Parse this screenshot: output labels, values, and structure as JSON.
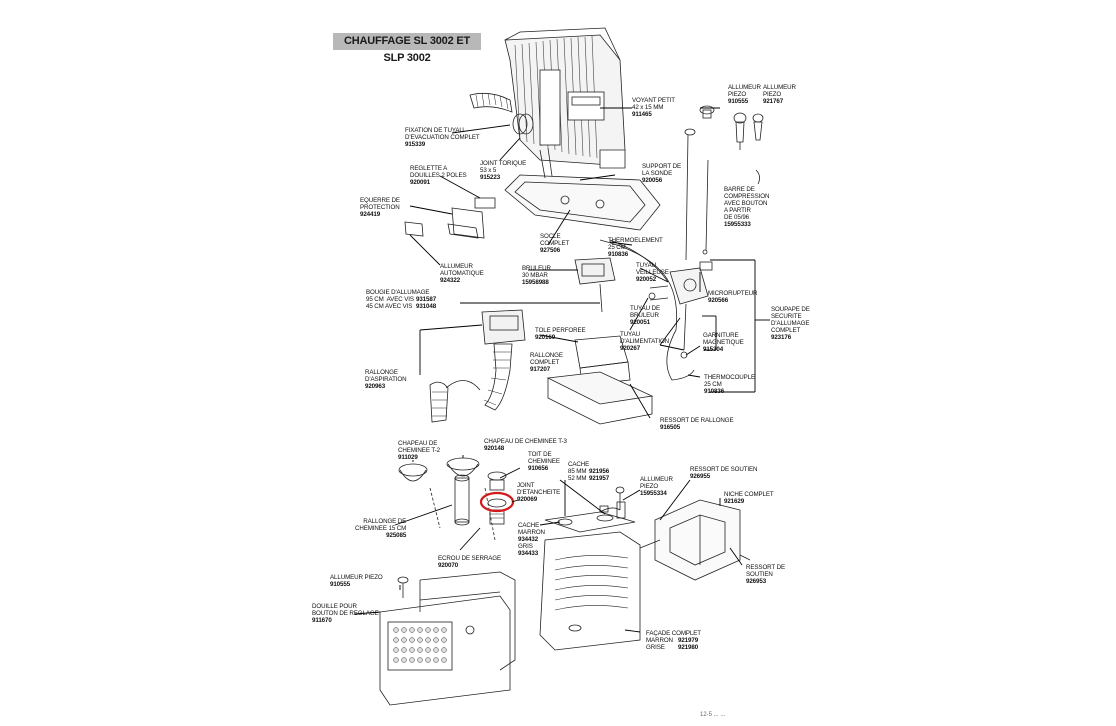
{
  "title": "CHAUFFAGE SL 3002 ET SLP 3002",
  "footer": "12-5 ... ...",
  "parts": [
    {
      "id": "voyant",
      "name": "VOYANT PETIT\n42 x 15 MM",
      "code": "911465"
    },
    {
      "id": "allumeur_piezo_1",
      "name": "ALLUMEUR\nPIEZO",
      "code": "910555"
    },
    {
      "id": "allumeur_piezo_2",
      "name": "ALLUMEUR\nPIEZO",
      "code": "921767"
    },
    {
      "id": "fixation",
      "name": "FIXATION DE TUYAU\nD'EVACUATION COMPLET",
      "code": "915339"
    },
    {
      "id": "joint_torique",
      "name": "JOINT TORIQUE\n53 x 5",
      "code": "915223"
    },
    {
      "id": "reglette",
      "name": "REGLETTE A\nDOUILLES 2 POLES",
      "code": "920091"
    },
    {
      "id": "support_sonde",
      "name": "SUPPORT DE\nLA SONDE",
      "code": "920056"
    },
    {
      "id": "barre",
      "name": "BARRE DE\nCOMPRESSION\nAVEC BOUTON\nA PARTIR\nDE 05/96",
      "code": "15955333"
    },
    {
      "id": "equerre",
      "name": "EQUERRE DE\nPROTECTION",
      "code": "924419"
    },
    {
      "id": "socle",
      "name": "SOCLE\nCOMPLET",
      "code": "927506"
    },
    {
      "id": "thermoelement",
      "name": "THERMOELEMENT\n25 CM",
      "code": "910836"
    },
    {
      "id": "allumeur_auto",
      "name": "ALLUMEUR\nAUTOMATIQUE",
      "code": "924322"
    },
    {
      "id": "bruleur",
      "name": "BRULEUR\n30 MBAR",
      "code": "15958988"
    },
    {
      "id": "tuyau_veilleuse",
      "name": "TUYAU\nVEILLEUSE",
      "code": "920052"
    },
    {
      "id": "microrupteur",
      "name": "MICRORUPTEUR",
      "code": "920566"
    },
    {
      "id": "bougie",
      "name": "BOUGIE D'ALLUMAGE\n95 CM  AVEC VIS\n45 CM AVEC VIS",
      "code": "931587\n931048"
    },
    {
      "id": "soupape",
      "name": "SOUPAPE DE\nSECURITE\nD'ALLUMAGE\nCOMPLET",
      "code": "923176"
    },
    {
      "id": "tuyau_bruleur",
      "name": "TUYAU DE\nBRULEUR",
      "code": "920051"
    },
    {
      "id": "tole",
      "name": "TOLE PERFOREE",
      "code": "920169"
    },
    {
      "id": "garniture",
      "name": "GARNITURE\nMAGNETIQUE",
      "code": "915304"
    },
    {
      "id": "tuyau_alim",
      "name": "TUYAU\nD'ALIMENTATION",
      "code": "920267"
    },
    {
      "id": "rallonge",
      "name": "RALLONGE\nCOMPLET",
      "code": "917207"
    },
    {
      "id": "rallonge_asp",
      "name": "RALLONGE\nD'ASPIRATION",
      "code": "920963"
    },
    {
      "id": "thermocouple",
      "name": "THERMOCOUPLE\n25 CM",
      "code": "910836"
    },
    {
      "id": "ressort_rallonge",
      "name": "RESSORT DE RALLONGE",
      "code": "916505"
    },
    {
      "id": "chapeau_t2",
      "name": "CHAPEAU DE\nCHEMINEE T-2",
      "code": "911029"
    },
    {
      "id": "chapeau_t3",
      "name": "CHAPEAU DE CHEMINEE T-3",
      "code": "920148"
    },
    {
      "id": "toit",
      "name": "TOIT DE\nCHEMINEE",
      "code": "910656"
    },
    {
      "id": "cache",
      "name": "CACHE\n85 MM\n52 MM",
      "code": "921956\n921957"
    },
    {
      "id": "allumeur_piezo_3",
      "name": "ALLUMEUR\nPIEZO",
      "code": "15955334"
    },
    {
      "id": "ressort_soutien_1",
      "name": "RESSORT DE SOUTIEN",
      "code": "926955"
    },
    {
      "id": "joint_etancheite",
      "name": "JOINT\nD'ETANCHEITE",
      "code": "920069"
    },
    {
      "id": "niche",
      "name": "NICHE COMPLET",
      "code": "921629"
    },
    {
      "id": "rallonge_cheminee",
      "name": "RALLONGE DE\nCHEMINEE 15 CM",
      "code": "925085"
    },
    {
      "id": "cache_marron",
      "name": "CACHE\nMARRON\n\nGRIS",
      "code": "934432\n\n934433"
    },
    {
      "id": "ecrou",
      "name": "ECROU DE SERRAGE",
      "code": "920070"
    },
    {
      "id": "ressort_soutien_2",
      "name": "RESSORT DE\nSOUTIEN",
      "code": "926953"
    },
    {
      "id": "allumeur_piezo_4",
      "name": "ALLUMEUR PIEZO",
      "code": "910555"
    },
    {
      "id": "douille",
      "name": "DOUILLE POUR\nBOUTON DE REGLAGE",
      "code": "911670"
    },
    {
      "id": "facade",
      "name": "FAÇADE COMPLET\nMARRON\nGRISE",
      "code": "921979\n921980"
    }
  ]
}
